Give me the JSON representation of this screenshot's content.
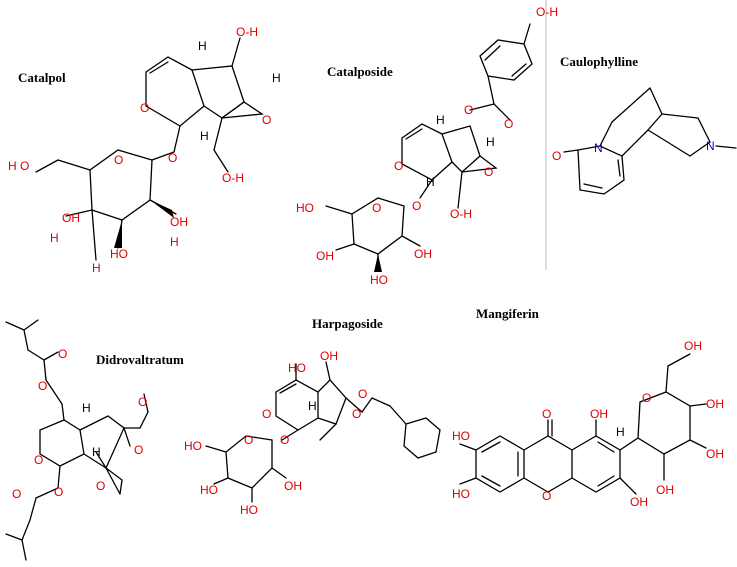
{
  "molecules": {
    "catalpol": {
      "name": "Catalpol"
    },
    "catalposide": {
      "name": "Catalposide"
    },
    "caulophylline": {
      "name": "Caulophylline"
    },
    "didrovaltratum": {
      "name": "Didrovaltratum"
    },
    "harpagoside": {
      "name": "Harpagoside"
    },
    "mangiferin": {
      "name": "Mangiferin"
    }
  },
  "atoms": {
    "O": "O",
    "N": "N",
    "H": "H",
    "OH": "OH",
    "HO": "HO",
    "OH_spaced": "O-H",
    "H_O": "H O"
  },
  "colors": {
    "oxygen": "#e00000",
    "nitrogen": "#0000e0",
    "bond": "#000000"
  }
}
